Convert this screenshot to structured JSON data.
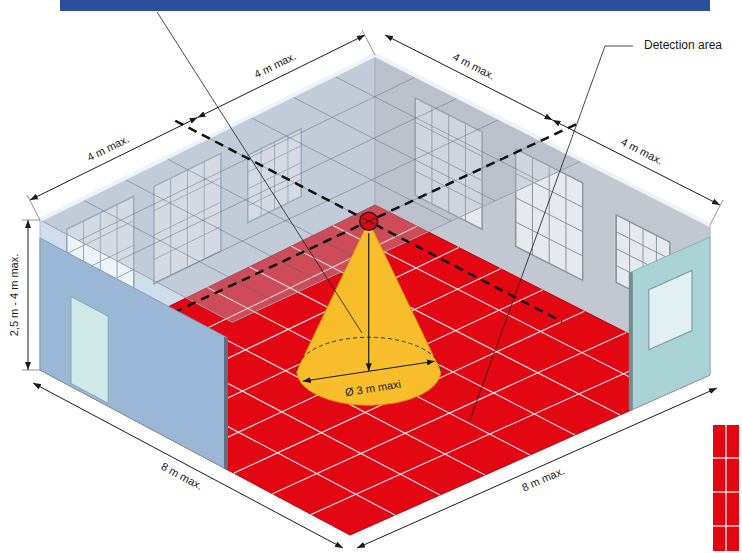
{
  "diagram": {
    "labels": [
      "Detection area",
      "4 m max.",
      "4 m max.",
      "4 m max.",
      "4 m max.",
      "2,5 m - 4 m max.",
      "Ø 3 m maxi",
      "8 m max.",
      "8 m max."
    ]
  }
}
